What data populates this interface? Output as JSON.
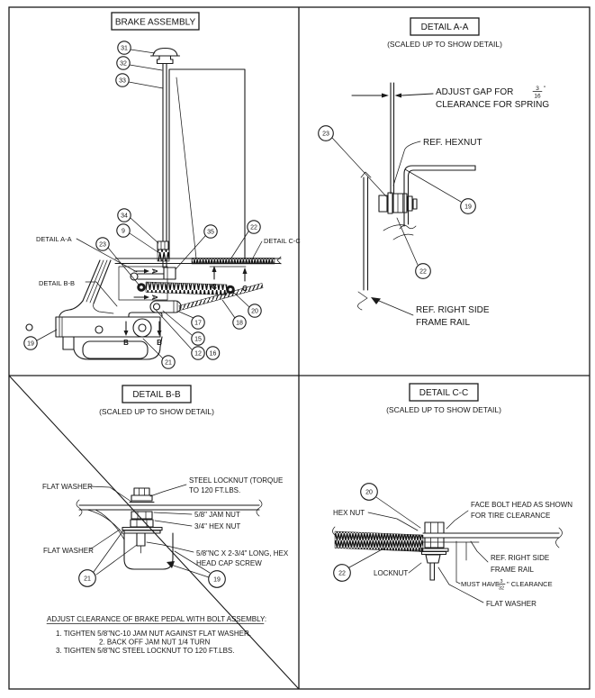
{
  "drawing": {
    "assembly": {
      "title": "BRAKE ASSEMBLY",
      "detail_ref_aa": "DETAIL A-A",
      "detail_ref_bb": "DETAIL B-B",
      "detail_ref_cc": "DETAIL C-C",
      "sections": {
        "a": "A",
        "b": "B",
        "c": "C"
      },
      "callouts": [
        "31",
        "32",
        "33",
        "34",
        "9",
        "23",
        "35",
        "22",
        "17",
        "18",
        "15",
        "12",
        "16",
        "20",
        "19",
        "21"
      ]
    },
    "detail_aa": {
      "title": "DETAIL A-A",
      "subtitle": "(SCALED UP TO SHOW DETAIL)",
      "gap_note_pre": "ADJUST GAP FOR",
      "gap_fraction": {
        "num": "3",
        "den": "16",
        "unit": "\""
      },
      "gap_note_line2": "CLEARANCE FOR SPRING",
      "ref_hexnut": "REF. HEXNUT",
      "ref_frame_1": "REF. RIGHT SIDE",
      "ref_frame_2": "FRAME RAIL",
      "callouts": [
        "23",
        "19",
        "22"
      ]
    },
    "detail_bb": {
      "title": "DETAIL B-B",
      "subtitle": "(SCALED UP TO SHOW DETAIL)",
      "labels": {
        "flat_washer_top": "FLAT WASHER",
        "steel_locknut_1": "STEEL LOCKNUT (TORQUE",
        "steel_locknut_2": "TO 120 FT.LBS.",
        "jam_nut": "5/8\" JAM NUT",
        "hex_nut": "3/4\" HEX NUT",
        "flat_washer_bottom": "FLAT WASHER",
        "cap_screw_1": "5/8\"NC X 2-3/4\" LONG, HEX",
        "cap_screw_2": "HEAD CAP SCREW"
      },
      "callouts": [
        "21",
        "19"
      ],
      "instructions": {
        "heading": "ADJUST CLEARANCE OF BRAKE PEDAL WITH BOLT ASSEMBLY:",
        "step_1": "1.    TIGHTEN 5/8\"NC-10 JAM NUT AGAINST FLAT WASHER.",
        "step_2": "2.    BACK OFF JAM NUT 1/4 TURN",
        "step_3": "3.    TIGHTEN 5/8\"NC STEEL LOCKNUT TO 120 FT.LBS."
      }
    },
    "detail_cc": {
      "title": "DETAIL C-C",
      "subtitle": "(SCALED UP TO SHOW DETAIL)",
      "labels": {
        "hex_nut": "HEX NUT",
        "face_bolt_1": "FACE BOLT HEAD AS SHOWN",
        "face_bolt_2": "FOR TIRE CLEARANCE",
        "ref_frame_1": "REF. RIGHT SIDE",
        "ref_frame_2": "FRAME RAIL",
        "locknut": "LOCKNUT",
        "must_have_pre": "MUST HAVE",
        "clearance_fraction": {
          "num": "3",
          "den": "32"
        },
        "must_have_post": "\" CLEARANCE",
        "flat_washer": "FLAT WASHER"
      },
      "callouts": [
        "20",
        "22"
      ]
    }
  }
}
